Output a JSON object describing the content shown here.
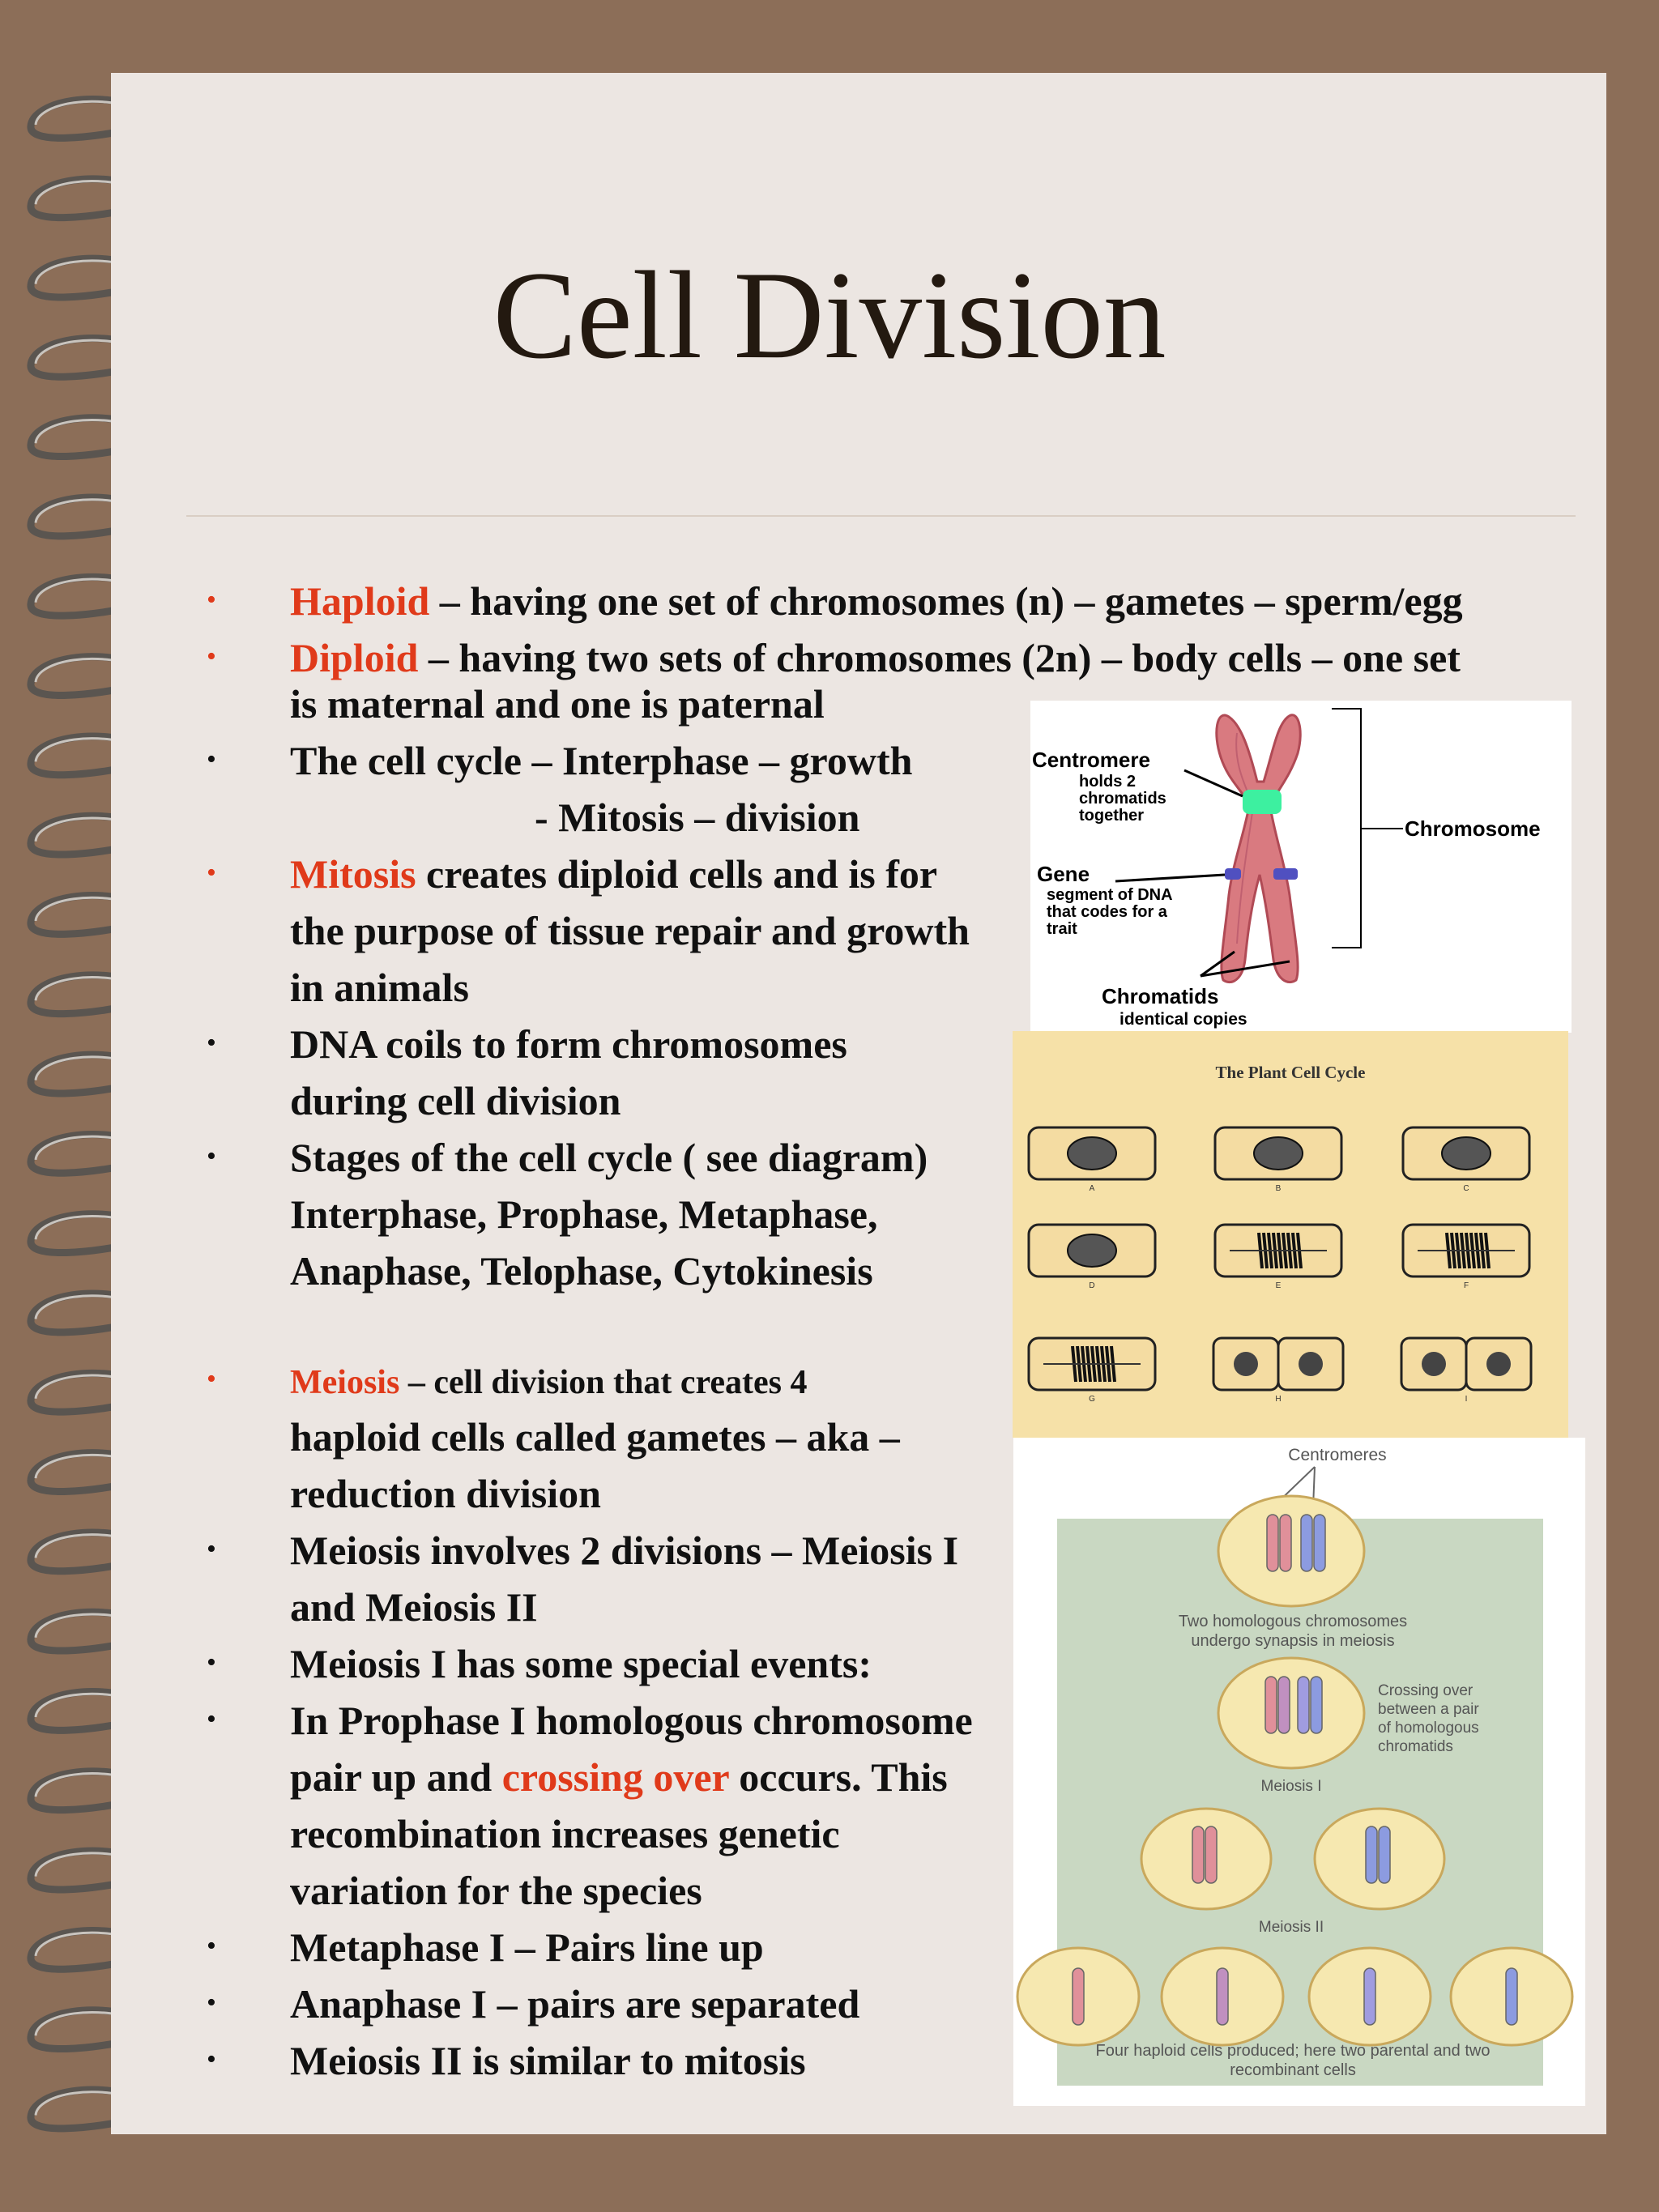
{
  "slide": {
    "title": "Cell Division"
  },
  "content": {
    "l01_a": "Haploid",
    "l01_b": " – having one set of chromosomes (n) – gametes – sperm/egg",
    "l02_a": "Diploid",
    "l02_b": " – having two sets of chromosomes (2n) – body cells – one set",
    "l03": "is maternal and one is paternal",
    "l04": "The cell cycle – Interphase – growth",
    "l05": "- Mitosis – division",
    "l06_a": "Mitosis",
    "l06_b": " creates diploid cells and is for",
    "l07": "the purpose of tissue repair and growth",
    "l08": "in animals",
    "l09": "DNA coils to form chromosomes",
    "l10": "during cell division",
    "l11": "Stages of the cell cycle ( see diagram)",
    "l12": "Interphase, Prophase, Metaphase,",
    "l13": "Anaphase, Telophase, Cytokinesis",
    "l14_a": "Meiosis",
    "l14_b": " – cell division that creates 4",
    "l15": "haploid cells called gametes – aka –",
    "l16": "reduction division",
    "l17": "Meiosis involves 2 divisions – Meiosis I",
    "l18": "and Meiosis II",
    "l19": "Meiosis I has some special events:",
    "l20": "In Prophase I homologous chromosome",
    "l21_a": "pair up and ",
    "l21_b": "crossing over",
    "l21_c": " occurs.  This",
    "l22": "recombination increases genetic",
    "l23": "variation for the species",
    "l24": "Metaphase I – Pairs line up",
    "l25": "Anaphase I – pairs are separated",
    "l26": "Meiosis II is similar to mitosis"
  },
  "bullet_char": "•",
  "figures": {
    "chromosome": {
      "centromere": "Centromere",
      "centromere_desc_1": "holds 2",
      "centromere_desc_2": "chromatids",
      "centromere_desc_3": "together",
      "gene": "Gene",
      "gene_desc_1": "segment of DNA",
      "gene_desc_2": "that codes for a",
      "gene_desc_3": "trait",
      "chromosome": "Chromosome",
      "chromatids": "Chromatids",
      "chromatids_desc": "identical copies"
    },
    "plant_cycle": {
      "title": "The Plant Cell Cycle",
      "labels": [
        "A",
        "B",
        "C",
        "D",
        "E",
        "F",
        "G",
        "H",
        "I"
      ]
    },
    "meiosis": {
      "centromeres": "Centromeres",
      "synapsis_1": "Two homologous chromosomes",
      "synapsis_2": "undergo synapsis in meiosis",
      "crossing_1": "Crossing over",
      "crossing_2": "between a pair",
      "crossing_3": "of homologous",
      "crossing_4": "chromatids",
      "meiosis_1": "Meiosis I",
      "meiosis_2": "Meiosis II",
      "result_1": "Four haploid cells produced; here two parental and two",
      "result_2": "recombinant cells"
    }
  },
  "colors": {
    "background": "#8c6e58",
    "page": "#ece6e2",
    "accent_red": "#e03a1a",
    "text": "#111111"
  }
}
